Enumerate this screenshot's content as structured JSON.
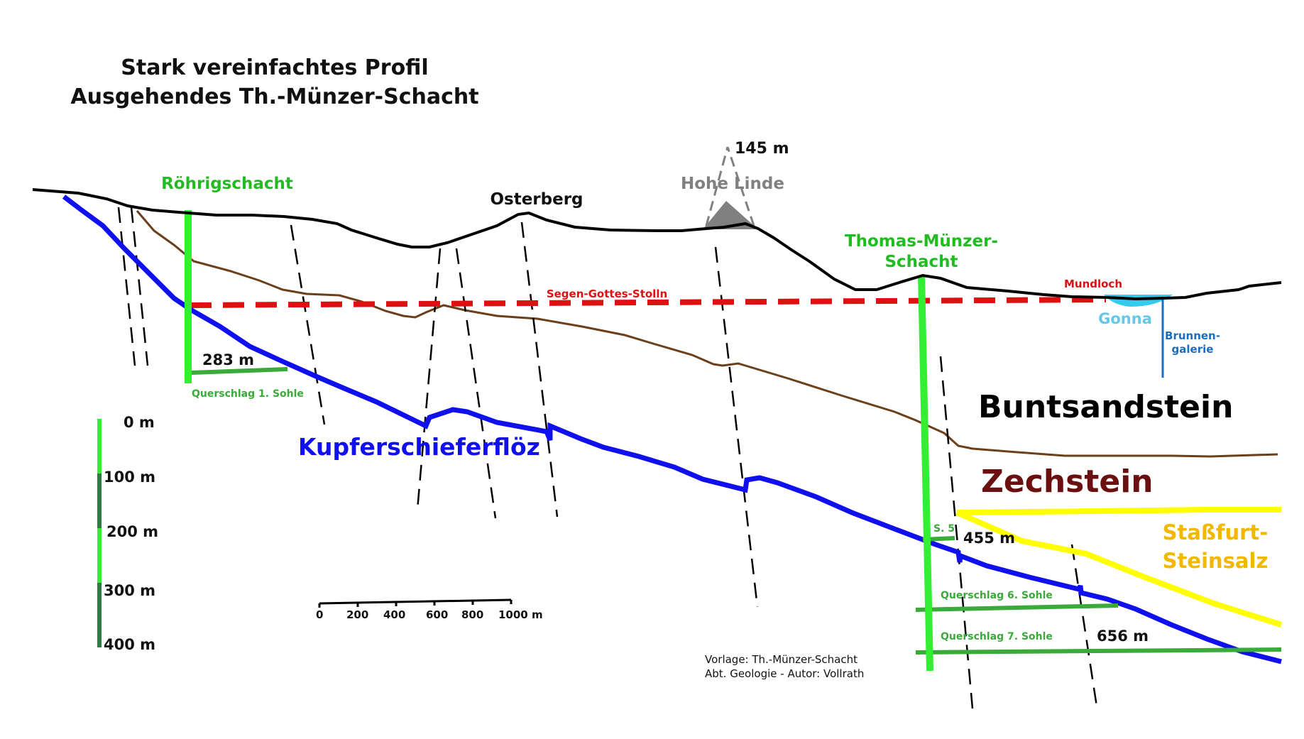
{
  "title": {
    "line1": "Stark vereinfachtes Profil",
    "line2": "Ausgehendes Th.-Münzer-Schacht"
  },
  "labels": {
    "roehrigschacht": "Röhrigschacht",
    "osterberg": "Osterberg",
    "hohe_linde_height": "145 m",
    "hohe_linde": "Hohe Linde",
    "tms_line1": "Thomas-Münzer-",
    "tms_line2": "Schacht",
    "mundloch": "Mundloch",
    "stolln": "Segen-Gottes-Stolln",
    "gonna": "Gonna",
    "brunnen_line1": "Brunnen-",
    "brunnen_line2": "galerie",
    "depth_283": "283 m",
    "querschlag1": "Querschlag 1. Sohle",
    "kupfer": "Kupferschieferflöz",
    "buntsandstein": "Buntsandstein",
    "zechstein": "Zechstein",
    "stassfurt_line1": "Staßfurt-",
    "stassfurt_line2": "Steinsalz",
    "s5": "S. 5",
    "depth_455": "455 m",
    "querschlag6": "Querschlag 6. Sohle",
    "querschlag7": "Querschlag 7. Sohle",
    "depth_656": "656 m",
    "source_line1": "Vorlage: Th.-Münzer-Schacht",
    "source_line2": "Abt. Geologie - Autor: Vollrath"
  },
  "depth_scale": [
    "0 m",
    "100 m",
    "200 m",
    "300 m",
    "400 m"
  ],
  "distance_scale": [
    "0",
    "200",
    "400",
    "600",
    "800",
    "1000 m"
  ],
  "colors": {
    "surface": "#000000",
    "shaft": "#33ee33",
    "stolln": "#dd1111",
    "kupfer": "#1010ee",
    "boundary": "#6b3f1a",
    "salt": "#ffff00",
    "querschlag": "#3aaa3a",
    "gonna": "#33ccee",
    "brunnen": "#1a6ec0",
    "zechstein": "#6a1010",
    "stassfurt_text": "#f2b800",
    "hohe_linde": "#808080",
    "scale_dark": "#2f7a45"
  }
}
